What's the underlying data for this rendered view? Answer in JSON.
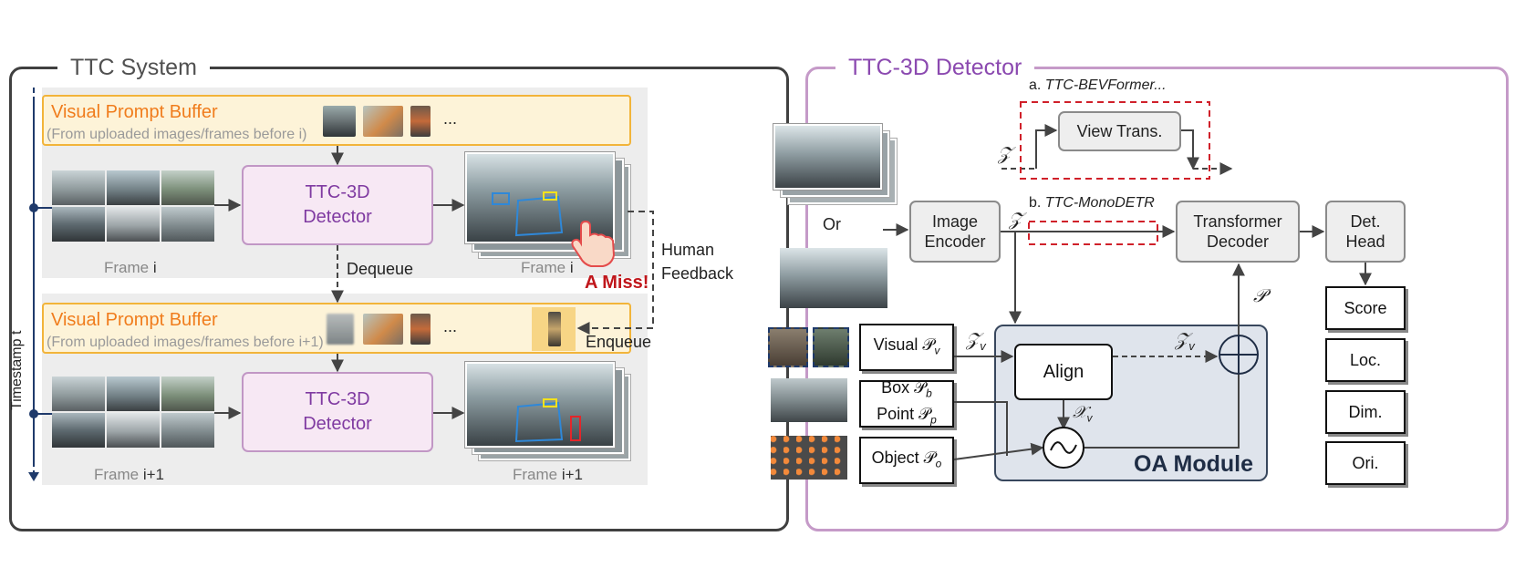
{
  "left": {
    "title": "TTC System",
    "timestamp_label": "Timestamp t",
    "vpb1": {
      "title": "Visual Prompt Buffer",
      "subtitle": "(From uploaded images/frames before i)",
      "ellipsis": "..."
    },
    "vpb2": {
      "title": "Visual Prompt Buffer",
      "subtitle": "(From uploaded images/frames before i+1)",
      "ellipsis": "..."
    },
    "detector1": {
      "line1": "TTC-3D",
      "line2": "Detector"
    },
    "detector2": {
      "line1": "TTC-3D",
      "line2": "Detector"
    },
    "frame_in_1": {
      "prefix": "Frame ",
      "index": "i"
    },
    "frame_out_1": {
      "prefix": "Frame ",
      "index": "i"
    },
    "frame_in_2": {
      "prefix": "Frame ",
      "index": "i+1"
    },
    "frame_out_2": {
      "prefix": "Frame ",
      "index": "i+1"
    },
    "dequeue": "Dequeue",
    "enqueue": "Enqueue",
    "miss": "A Miss!",
    "feedback_line1": "Human",
    "feedback_line2": "Feedback"
  },
  "right": {
    "title": "TTC-3D Detector",
    "or_label": "Or",
    "variant_a": {
      "prefix": "a. ",
      "name": "TTC-BEVFormer..."
    },
    "variant_b": {
      "prefix": "b. ",
      "name": "TTC-MonoDETR"
    },
    "view_trans": "View Trans.",
    "image_encoder": {
      "line1": "Image",
      "line2": "Encoder"
    },
    "transformer_decoder": {
      "line1": "Transformer",
      "line2": "Decoder"
    },
    "det_head": {
      "line1": "Det.",
      "line2": "Head"
    },
    "outputs": [
      "Score",
      "Loc.",
      "Dim.",
      "Ori."
    ],
    "prompts": {
      "visual": "Visual 𝒫",
      "visual_sub": "v",
      "box": "Box 𝒫",
      "box_sub": "b",
      "point": "Point 𝒫",
      "point_sub": "p",
      "object": "Object 𝒫",
      "object_sub": "o"
    },
    "oa_module": "OA Module",
    "align": "Align",
    "symbols": {
      "z": "𝒵",
      "zv": "𝒵",
      "v": "v",
      "xv": "𝒳",
      "p": "𝒫"
    }
  },
  "colors": {
    "purple_text": "#7f3aa1",
    "orange_text": "#f07c1c",
    "miss_red": "#c0161b",
    "red_dash": "#d0202a",
    "oa_fill": "#dfe4ec",
    "oa_border": "#38475d",
    "navy": "#1f3a6b"
  }
}
